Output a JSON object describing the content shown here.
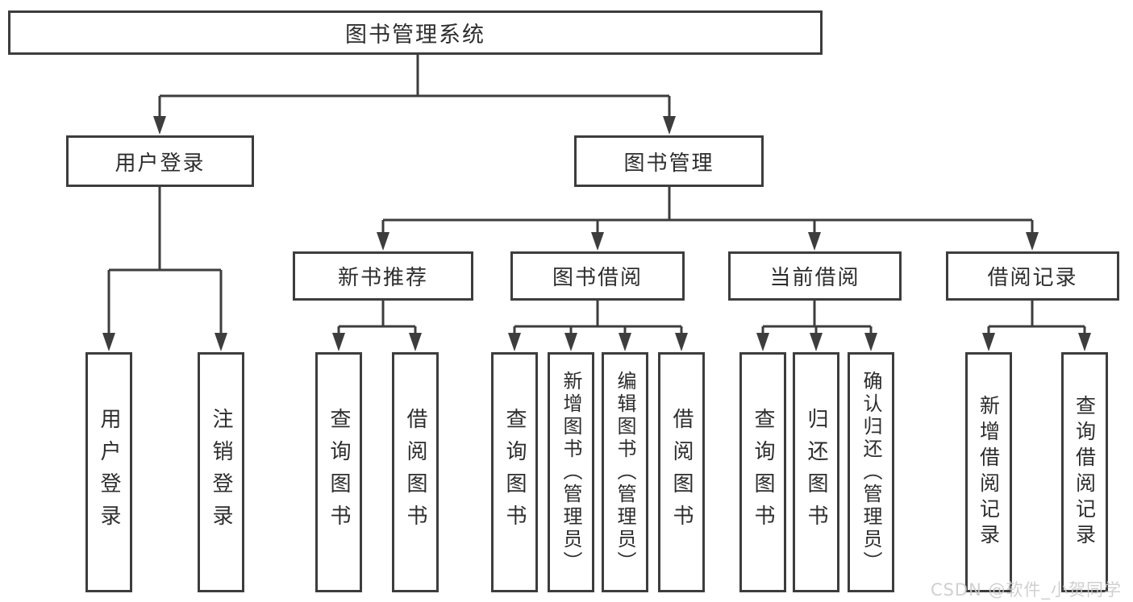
{
  "tree": {
    "label": "图书管理系统",
    "children": [
      {
        "label": "用户登录",
        "children": [
          {
            "label": "用户登录"
          },
          {
            "label": "注销登录"
          }
        ]
      },
      {
        "label": "图书管理",
        "children": [
          {
            "label": "新书推荐",
            "children": [
              {
                "label": "查询图书"
              },
              {
                "label": "借阅图书"
              }
            ]
          },
          {
            "label": "图书借阅",
            "children": [
              {
                "label": "查询图书"
              },
              {
                "label": "新增图书（管理员）"
              },
              {
                "label": "编辑图书（管理员）"
              },
              {
                "label": "借阅图书"
              }
            ]
          },
          {
            "label": "当前借阅",
            "children": [
              {
                "label": "查询图书"
              },
              {
                "label": "归还图书"
              },
              {
                "label": "确认归还（管理员）"
              }
            ]
          },
          {
            "label": "借阅记录",
            "children": [
              {
                "label": "新增借阅记录"
              },
              {
                "label": "查询借阅记录"
              }
            ]
          }
        ]
      }
    ]
  },
  "watermark": {
    "text": "CSDN @软件_小贺同学"
  },
  "colors": {
    "line": "#3d3d3d",
    "text": "#2d2d2d",
    "watermark": "#cbcbcb",
    "background": "#ffffff"
  }
}
